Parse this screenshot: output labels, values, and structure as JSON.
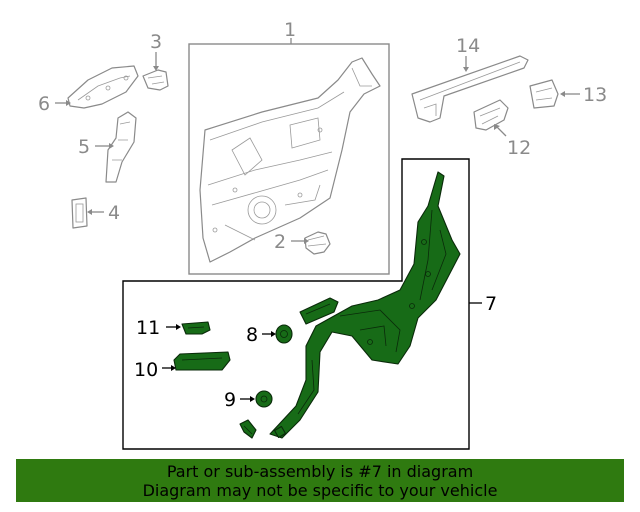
{
  "callouts": {
    "c1": "1",
    "c2": "2",
    "c3": "3",
    "c4": "4",
    "c5": "5",
    "c6": "6",
    "c7": "7",
    "c8": "8",
    "c9": "9",
    "c10": "10",
    "c11": "11",
    "c12": "12",
    "c13": "13",
    "c14": "14"
  },
  "highlighted_part": "7",
  "colors": {
    "highlight_fill": "#176b17",
    "banner_background": "#2f7a10",
    "unselected_line": "#8a8a8a"
  },
  "banner": {
    "line1": "Part or sub-assembly is #7 in diagram",
    "line2": "Diagram may not be specific to your vehicle"
  }
}
